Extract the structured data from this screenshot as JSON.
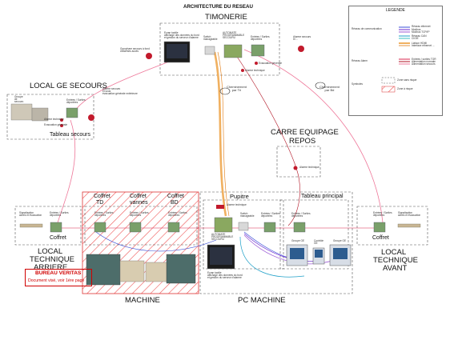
{
  "diagram": {
    "title": "ARCHITECTURE DU RESEAU",
    "zones": {
      "timonerie": "TIMONERIE",
      "local_ge_secours": "LOCAL GE SECOURS",
      "tableau_secours": "Tableau secours",
      "carre_equipage_1": "CARRE EQUIPAGE",
      "carre_equipage_2": "REPOS",
      "local_arriere_1": "LOCAL",
      "local_arriere_2": "TECHNIQUE",
      "local_arriere_3": "ARRIERE",
      "local_avant_1": "LOCAL",
      "local_avant_2": "TECHNIQUE",
      "local_avant_3": "AVANT",
      "machine": "MACHINE",
      "pc_machine": "PC MACHINE",
      "pupitre": "Pupitre",
      "tableau_principal": "Tableau principal"
    },
    "coffrets": {
      "coffret_arriere": "Coffret",
      "coffret_avant": "Coffret",
      "coffret_td_1": "Coffret",
      "coffret_td_2": "TD",
      "coffret_vannes_1": "Coffret",
      "coffret_vannes_2": "vannes",
      "coffret_bd_1": "Coffret",
      "coffret_bd_2": "BD"
    },
    "links": {
      "cheminement_tri": "Cheminement\npar Tri",
      "cheminement_bd": "Cheminement\npar Bd"
    },
    "small_labels": {
      "ecran_tim": "Ecran tactile\naffichage des données du bord\net gestion du serveur d'alarme",
      "switch_tim": "Switch\nmanageable",
      "automate_tim": "AUTOMATE\nPROGRAMMABLE\nSECOURU",
      "entrees_tim": "Entrées / Sorties\ndéportées",
      "alarme_tim": "Alarme technique",
      "evac_tim": "Evacuation générale",
      "gyro_tim_left": "Gyrophare secours à fond\nd'alarmes accès",
      "gyro_tim_right": "Alarme secours\ntri ...",
      "entrees_secours": "Entrées / Sorties\ndéportées",
      "alarme_secours": "Alarme technique",
      "evac_secours": "Evacuation générale",
      "gyro_secours": "Alarme secours\net sous\névacuation générale extérieure",
      "groupe_secours": "Groupe\nde\nsecours",
      "alarme_carre": "Alarme technique",
      "sig_arriere": "Signalisation\naccès et évacuation",
      "entrees_arriere": "Entrées / Sorties\ndéportées",
      "entrees_td": "Entrées / Sorties\ndéportées",
      "entrees_vannes": "Entrées / Sorties\ndéportées",
      "entrees_bd": "Entrées / Sorties\ndéportées",
      "alarme_pupitre": "Alarme technique",
      "switch_pupitre": "Switch\nmanageable",
      "automate_pupitre": "AUTOMATE\nPROGRAMMABLE\nSECOURU",
      "entrees_pupitre": "Entrées / Sorties\ndéportées",
      "ecran_pupitre": "Ecran tactile\naffichage des données du bord\net gestion du serveur d'alarme",
      "entrees_tableau": "Entrées / Sorties\ndéportées",
      "entrees_avant": "Entrées / Sorties\ndéportées",
      "sig_avant": "Signalisation\naccès et évacuation",
      "groupe_ge1": "Groupe GE",
      "controle_ge": "Contrôle\nGE",
      "groupe_ge2": "Groupe GE"
    },
    "legend": {
      "title": "LEGENDE",
      "reseau_comm": "Réseau de communication",
      "reseau_alarm": "Réseau Alarm",
      "symboles": "Symboles",
      "items_comm": [
        "Réseau ethernet",
        "Modbus",
        "Modbus TCP/IP",
        "Réseau CAN",
        "CI/OE",
        "Liaison HDMI",
        "Interface ethernet ..."
      ],
      "items_alarm": [
        "Entrées / sorties TOR",
        "Alimentation normale",
        "Alimentation secours"
      ],
      "items_sym": [
        "Zone sans risque",
        "Zone à risque"
      ],
      "colors": {
        "ethernet": "#3a4fd8",
        "modbus": "#6a2bd0",
        "modbus_tcp": "#9b59d6",
        "can": "#1fa0c8",
        "ci_oe": "#38c0c0",
        "hdmi": "#e07a10",
        "interface": "#f0b060",
        "tor": "#d8264e",
        "alim_normale": "#b01020",
        "alim_secours": "#ee7799",
        "zone_risque": "#d83030"
      }
    },
    "bureau_veritas": {
      "line1": "BUREAU VERITAS",
      "line2": "Document visé, voir 1ère page"
    }
  }
}
